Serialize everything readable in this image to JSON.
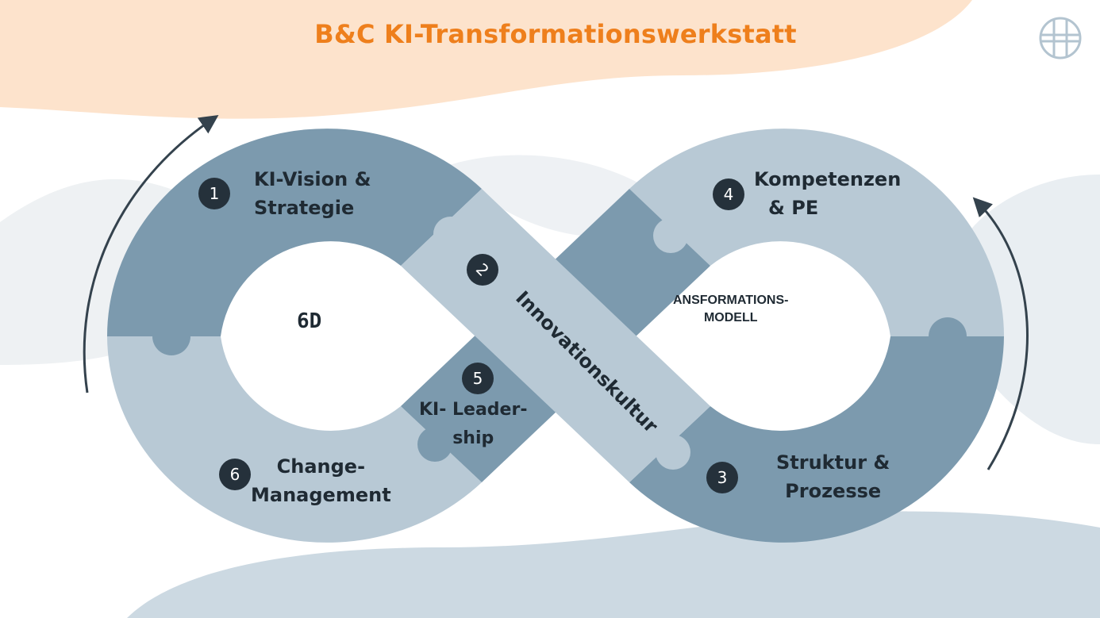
{
  "title": "B&C KI-Transformationswerkstatt",
  "center": {
    "left_label": "6D",
    "right_label_line1": "ANSFORMATIONS-",
    "right_label_line2": "MODELL"
  },
  "modules": [
    {
      "number": "1",
      "label_line1": "KI-Vision &",
      "label_line2": "Strategie"
    },
    {
      "number": "2",
      "label_line1": "Innovationskultur"
    },
    {
      "number": "3",
      "label_line1": "Struktur &",
      "label_line2": "Prozesse"
    },
    {
      "number": "4",
      "label_line1": "Kompetenzen",
      "label_line2": "& PE"
    },
    {
      "number": "5",
      "label_line1": "KI- Leader-",
      "label_line2": "ship"
    },
    {
      "number": "6",
      "label_line1": "Change-",
      "label_line2": "Management"
    }
  ],
  "colors": {
    "title": "#ee7f1c",
    "dark_segment": "#7c9aae",
    "light_segment": "#b8c9d5",
    "badge": "#25313b",
    "top_wave": "#fde3cc",
    "bottom_wave": "#ccd9e2"
  },
  "icons": [
    "logo-icon",
    "cycle-arrow-left-icon",
    "cycle-arrow-right-icon"
  ]
}
